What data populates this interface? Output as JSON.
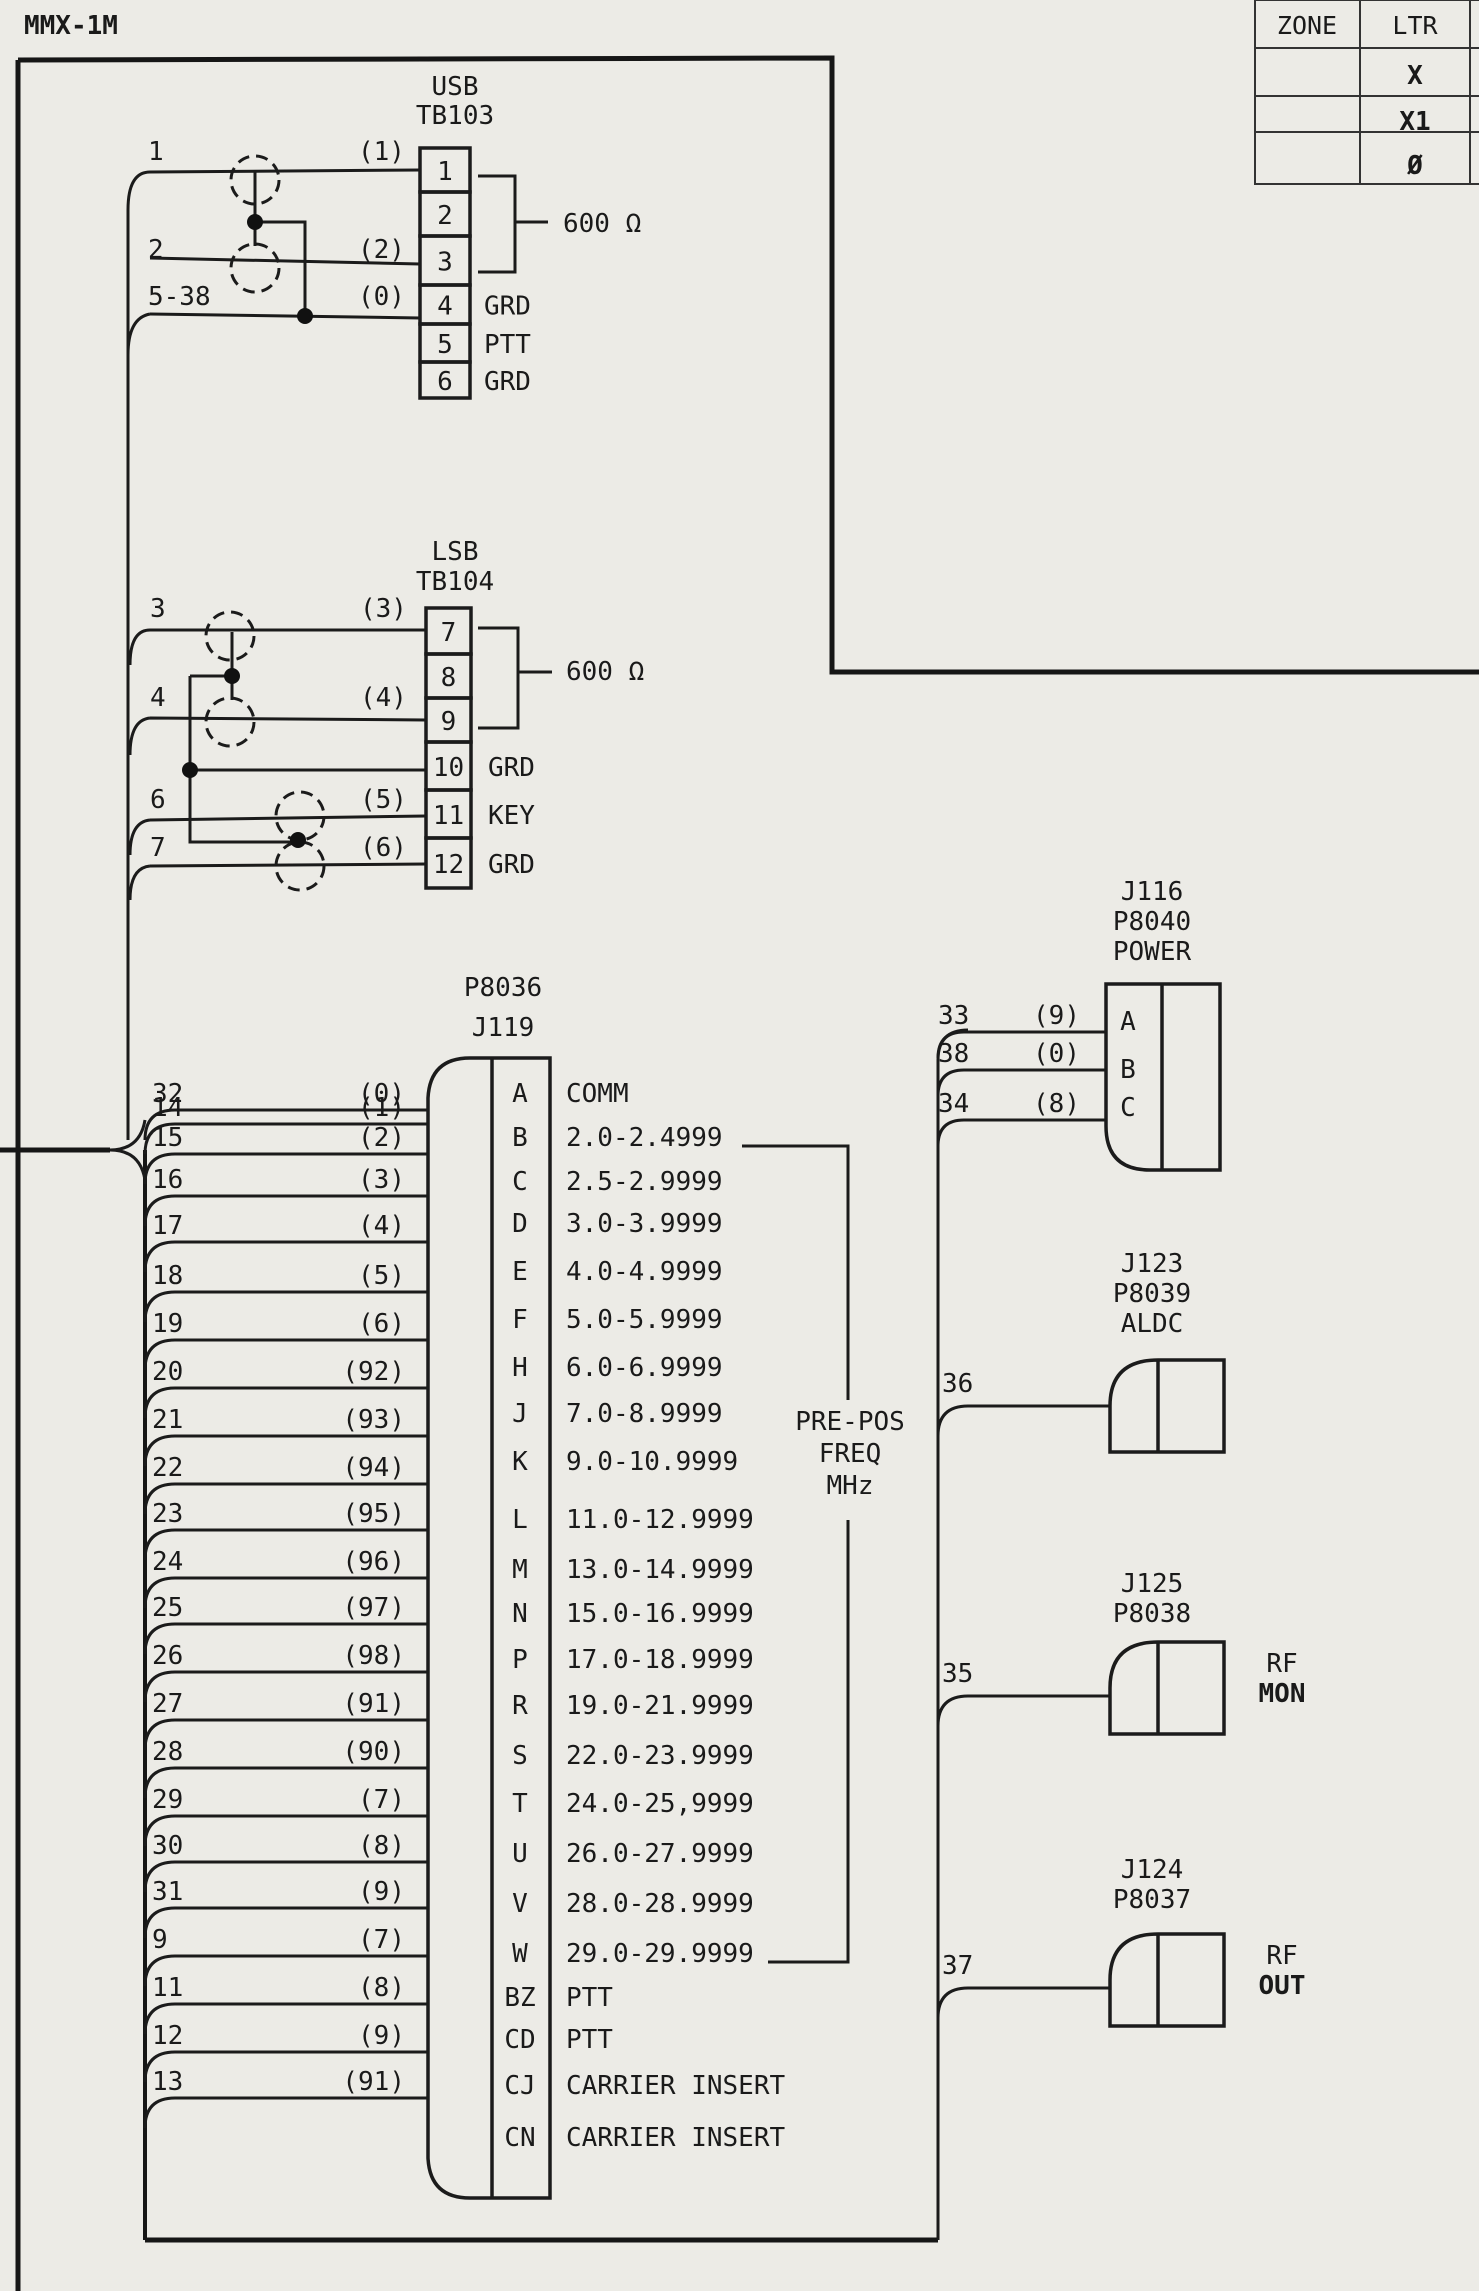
{
  "drawing_id": "MMX-1M",
  "zone_table": {
    "headers": [
      "ZONE",
      "LTR"
    ],
    "rows": [
      "X",
      "X1",
      "Ø"
    ]
  },
  "usb": {
    "title": [
      "USB",
      "TB103"
    ],
    "impedance": "600 Ω",
    "pins": [
      {
        "num": "1",
        "desc": ""
      },
      {
        "num": "2",
        "desc": ""
      },
      {
        "num": "3",
        "desc": ""
      },
      {
        "num": "4",
        "desc": "GRD"
      },
      {
        "num": "5",
        "desc": "PTT"
      },
      {
        "num": "6",
        "desc": "GRD"
      }
    ],
    "wires": [
      {
        "id": "1",
        "code": "(1)"
      },
      {
        "id": "2",
        "code": "(2)"
      },
      {
        "id": "5-38",
        "code": "(0)"
      }
    ]
  },
  "lsb": {
    "title": [
      "LSB",
      "TB104"
    ],
    "impedance": "600 Ω",
    "pins": [
      {
        "num": "7",
        "desc": ""
      },
      {
        "num": "8",
        "desc": ""
      },
      {
        "num": "9",
        "desc": ""
      },
      {
        "num": "10",
        "desc": "GRD"
      },
      {
        "num": "11",
        "desc": "KEY"
      },
      {
        "num": "12",
        "desc": "GRD"
      }
    ],
    "wires": [
      {
        "id": "3",
        "code": "(3)"
      },
      {
        "id": "4",
        "code": "(4)"
      },
      {
        "id": "6",
        "code": "(5)"
      },
      {
        "id": "7",
        "code": "(6)"
      }
    ]
  },
  "j119": {
    "title": [
      "P8036",
      "J119"
    ],
    "group_label": [
      "PRE-POS",
      "FREQ",
      "MHz"
    ],
    "pins": [
      {
        "wire": "32",
        "code": "(0)",
        "pin": "A",
        "desc": "COMM"
      },
      {
        "wire": "14",
        "code": "(1)",
        "pin": "B",
        "desc": "2.0-2.4999"
      },
      {
        "wire": "15",
        "code": "(2)",
        "pin": "C",
        "desc": "2.5-2.9999"
      },
      {
        "wire": "16",
        "code": "(3)",
        "pin": "D",
        "desc": "3.0-3.9999"
      },
      {
        "wire": "17",
        "code": "(4)",
        "pin": "E",
        "desc": "4.0-4.9999"
      },
      {
        "wire": "18",
        "code": "(5)",
        "pin": "F",
        "desc": "5.0-5.9999"
      },
      {
        "wire": "19",
        "code": "(6)",
        "pin": "H",
        "desc": "6.0-6.9999"
      },
      {
        "wire": "20",
        "code": "(92)",
        "pin": "J",
        "desc": "7.0-8.9999"
      },
      {
        "wire": "21",
        "code": "(93)",
        "pin": "K",
        "desc": "9.0-10.9999"
      },
      {
        "wire": "22",
        "code": "(94)",
        "pin": "L",
        "desc": "11.0-12.9999"
      },
      {
        "wire": "23",
        "code": "(95)",
        "pin": "M",
        "desc": "13.0-14.9999"
      },
      {
        "wire": "24",
        "code": "(96)",
        "pin": "N",
        "desc": "15.0-16.9999"
      },
      {
        "wire": "25",
        "code": "(97)",
        "pin": "P",
        "desc": "17.0-18.9999"
      },
      {
        "wire": "26",
        "code": "(98)",
        "pin": "R",
        "desc": "19.0-21.9999"
      },
      {
        "wire": "27",
        "code": "(91)",
        "pin": "S",
        "desc": "22.0-23.9999"
      },
      {
        "wire": "28",
        "code": "(90)",
        "pin": "T",
        "desc": "24.0-25,9999"
      },
      {
        "wire": "29",
        "code": "(7)",
        "pin": "U",
        "desc": "26.0-27.9999"
      },
      {
        "wire": "30",
        "code": "(8)",
        "pin": "V",
        "desc": "28.0-28.9999"
      },
      {
        "wire": "31",
        "code": "(9)",
        "pin": "W",
        "desc": "29.0-29.9999"
      },
      {
        "wire": "9",
        "code": "(7)",
        "pin": "BZ",
        "desc": "PTT"
      },
      {
        "wire": "11",
        "code": "(8)",
        "pin": "CD",
        "desc": "PTT"
      },
      {
        "wire": "12",
        "code": "(9)",
        "pin": "CJ",
        "desc": "CARRIER INSERT"
      },
      {
        "wire": "13",
        "code": "(91)",
        "pin": "CN",
        "desc": "CARRIER INSERT"
      }
    ]
  },
  "j116": {
    "title": [
      "J116",
      "P8040",
      "POWER"
    ],
    "pins": [
      {
        "wire": "33",
        "code": "(9)",
        "pin": "A"
      },
      {
        "wire": "38",
        "code": "(0)",
        "pin": "B"
      },
      {
        "wire": "34",
        "code": "(8)",
        "pin": "C"
      }
    ]
  },
  "j123": {
    "title": [
      "J123",
      "P8039",
      "ALDC"
    ],
    "wire": "36"
  },
  "j125": {
    "title": [
      "J125",
      "P8038"
    ],
    "wire": "35",
    "label": [
      "RF",
      "MON"
    ]
  },
  "j124": {
    "title": [
      "J124",
      "P8037"
    ],
    "wire": "37",
    "label": [
      "RF",
      "OUT"
    ]
  }
}
